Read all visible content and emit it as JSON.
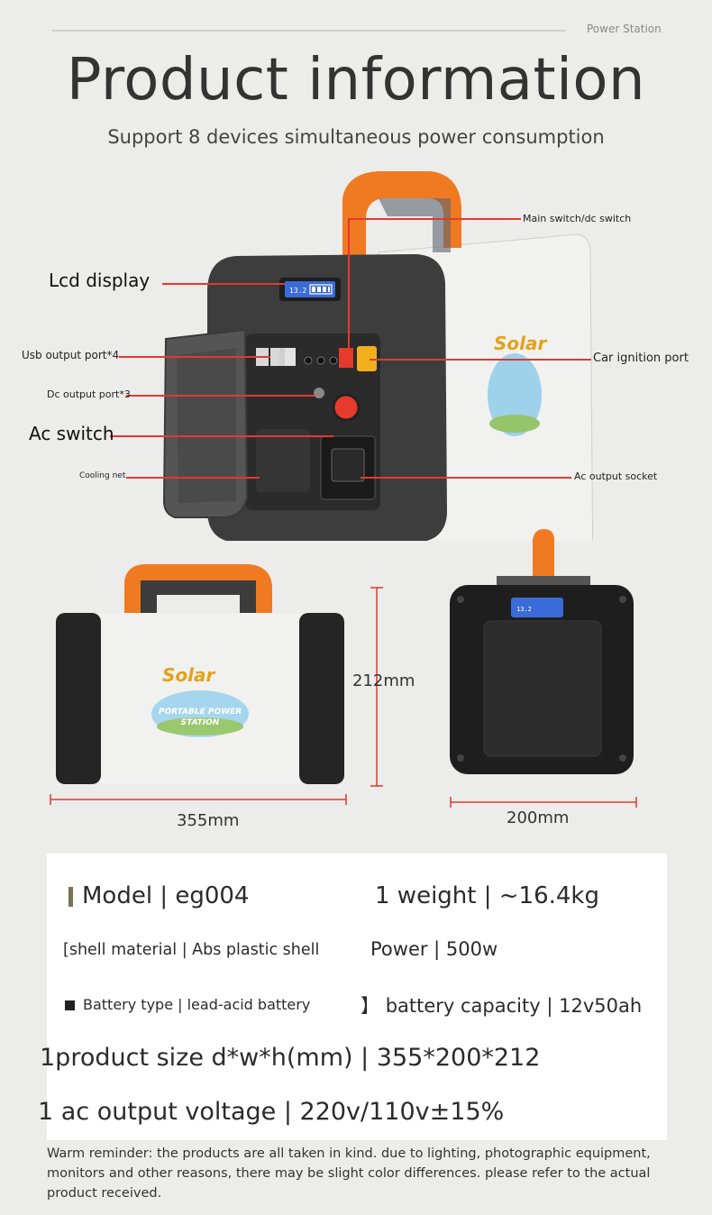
{
  "header": {
    "brand": "Power Station"
  },
  "title": "Product information",
  "subtitle": "Support 8 devices simultaneous power consumption",
  "callouts": {
    "main_switch": "Main switch/dc switch",
    "lcd_display": "Lcd display",
    "usb_output": "Usb output port*4",
    "car_ignition": "Car ignition port",
    "dc_output": "Dc output port*3",
    "ac_switch": "Ac switch",
    "cooling_net": "Cooling net",
    "ac_socket": "Ac output socket"
  },
  "product": {
    "logo": "Solar",
    "badge_line1": "PORTABLE POWER",
    "badge_line2": "STATION",
    "lcd_value": "13.2"
  },
  "dimensions": {
    "height": "212mm",
    "width": "355mm",
    "depth": "200mm"
  },
  "specs": {
    "model": "Model | eg004",
    "weight": "1 weight | ~16.4kg",
    "shell": "[shell material | Abs plastic shell",
    "power": "Power | 500w",
    "battery_type": "Battery type | lead-acid battery",
    "capacity_prefix": "】",
    "battery_capacity": "battery capacity | 12v50ah",
    "size": "1product size d*w*h(mm) | 355*200*212",
    "ac_voltage": "1 ac output voltage | 220v/110v±15%"
  },
  "reminder": "Warm reminder: the products are all taken in kind. due to lighting, photographic equipment, monitors and other reasons, there may be slight color differences. please refer to the actual product received.",
  "colors": {
    "accent_orange": "#f07a22",
    "callout_red": "#e23a2f",
    "body_dark": "#3a3a3a",
    "shell_white": "#f1f1f0",
    "spec_marker": "#7b7353"
  }
}
